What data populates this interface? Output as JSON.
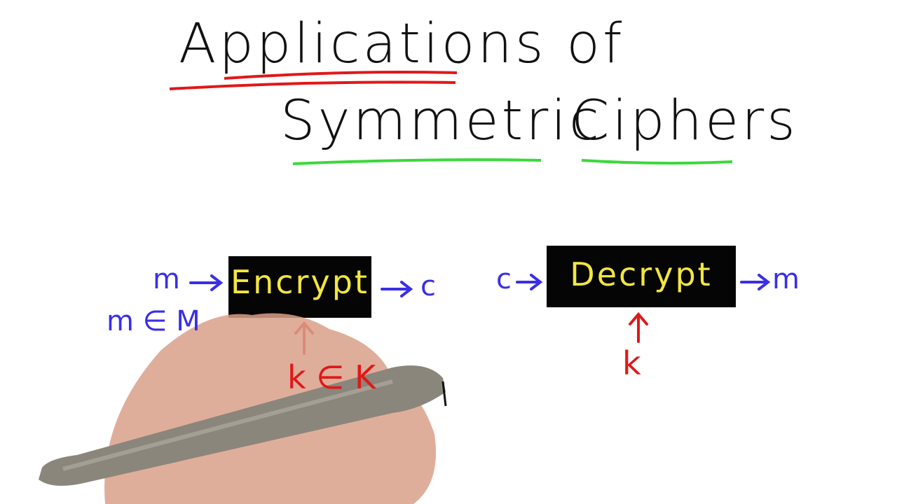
{
  "title": {
    "line1": "Applications of",
    "line2_word1": "Symmetric",
    "line2_word2": "Ciphers"
  },
  "colors": {
    "ink": "#111111",
    "underline_red": "#e01818",
    "underline_green": "#3cd83c",
    "message_blue": "#3a2ee8",
    "key_red": "#e01818",
    "box_fill": "#050505",
    "box_text": "#f2e640"
  },
  "encrypt": {
    "label": "Encrypt",
    "input": "m",
    "input_domain": "m ∈ M",
    "output": "c",
    "key": "k ∈ K"
  },
  "decrypt": {
    "label": "Decrypt",
    "input": "c",
    "output": "m",
    "key": "k"
  }
}
